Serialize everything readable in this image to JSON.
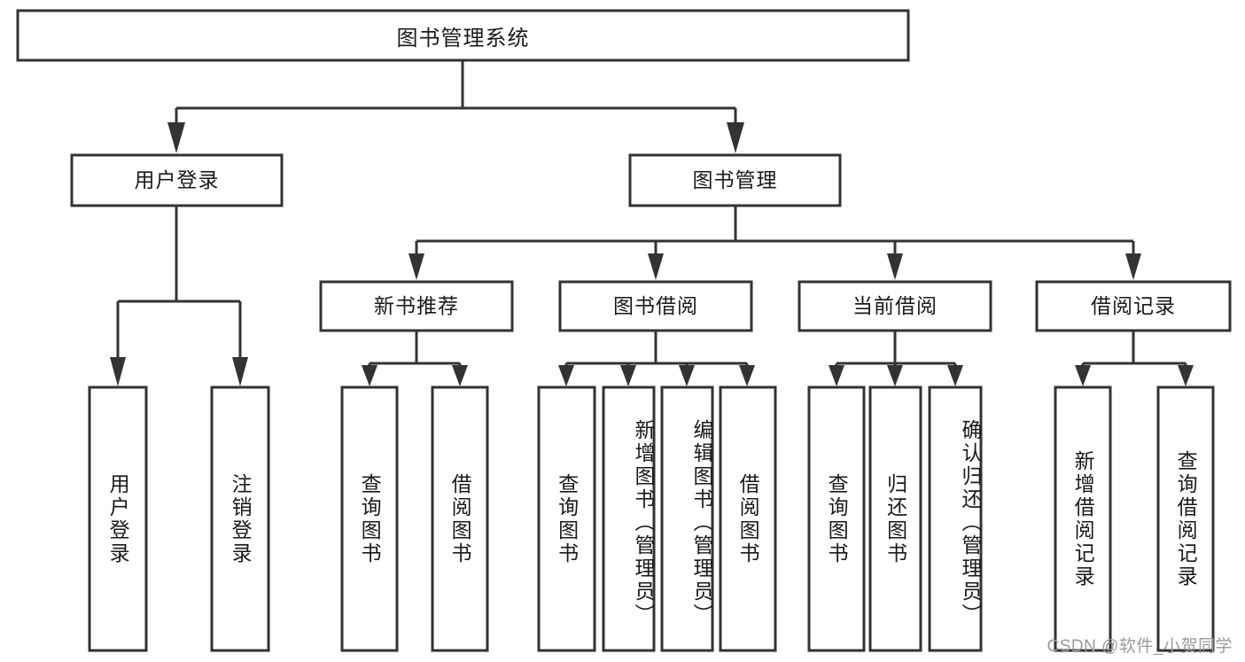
{
  "diagram": {
    "type": "tree-hierarchy",
    "title": "图书管理系统",
    "root": {
      "id": "root",
      "label": "图书管理系统"
    },
    "level1": [
      {
        "id": "user-login",
        "label": "用户登录"
      },
      {
        "id": "book-manage",
        "label": "图书管理"
      }
    ],
    "level2": [
      {
        "id": "new-book-recommend",
        "label": "新书推荐",
        "parent": "book-manage"
      },
      {
        "id": "book-borrow",
        "label": "图书借阅",
        "parent": "book-manage"
      },
      {
        "id": "current-borrow",
        "label": "当前借阅",
        "parent": "book-manage"
      },
      {
        "id": "borrow-record",
        "label": "借阅记录",
        "parent": "book-manage"
      }
    ],
    "leaves": {
      "user-login": [
        {
          "id": "leaf-user-login",
          "label": "用户登录"
        },
        {
          "id": "leaf-logout-login",
          "label": "注销登录"
        }
      ],
      "new-book-recommend": [
        {
          "id": "leaf-query-book-1",
          "label": "查询图书"
        },
        {
          "id": "leaf-borrow-book-1",
          "label": "借阅图书"
        }
      ],
      "book-borrow": [
        {
          "id": "leaf-query-book-2",
          "label": "查询图书"
        },
        {
          "id": "leaf-add-book",
          "label": "新增图书（管理员）"
        },
        {
          "id": "leaf-edit-book",
          "label": "编辑图书（管理员）"
        },
        {
          "id": "leaf-borrow-book-2",
          "label": "借阅图书"
        }
      ],
      "current-borrow": [
        {
          "id": "leaf-query-book-3",
          "label": "查询图书"
        },
        {
          "id": "leaf-return-book",
          "label": "归还图书"
        },
        {
          "id": "leaf-confirm-return",
          "label": "确认归还（管理员）"
        }
      ],
      "borrow-record": [
        {
          "id": "leaf-add-record",
          "label": "新增借阅记录"
        },
        {
          "id": "leaf-query-record",
          "label": "查询借阅记录"
        }
      ]
    }
  },
  "watermark": {
    "text": "CSDN @软件_小贺同学"
  },
  "colors": {
    "stroke": "#333333",
    "box_fill": "#ffffff",
    "text": "#1a1a1a",
    "watermark": "#9b9b9b",
    "background": "#ffffff"
  }
}
